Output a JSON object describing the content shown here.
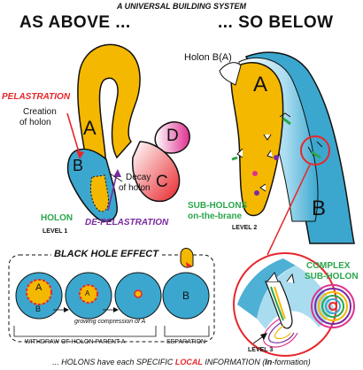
{
  "title": "A UNIVERSAL BUILDING SYSTEM",
  "left_heading": "AS ABOVE ...",
  "right_heading": "... SO BELOW",
  "holon_b_label": "Holon B(A)",
  "pelastration_label": "PELASTRATION",
  "creation_label": [
    "Creation",
    "of holon"
  ],
  "decay_label": [
    "Decay",
    "of holon"
  ],
  "de_pelastration_label": "DE-PELASTRATION",
  "holon_label": "HOLON",
  "level_1": "LEVEL 1",
  "subholons_label": [
    "SUB-HOLONS",
    "on-the-brane"
  ],
  "level_2": "LEVEL 2",
  "level_3": "LEVEL 3",
  "complex_subholon": [
    "COMPLEX",
    "SUB-HOLON"
  ],
  "black_hole_effect": "BLACK HOLE EFFECT",
  "growing_compression": "growing compression of A",
  "withdraw_label": "WITHDRAW OF HOLON PARENT  A",
  "separation_label": "SEPARATION",
  "letters": {
    "a": "A",
    "b": "B",
    "c": "C",
    "d": "D"
  },
  "footer": {
    "pre": "... HOLONS have each SPECIFIC ",
    "local": "LOCAL",
    "mid": " INFORMATION (",
    "in": "In",
    "post": "-formation)"
  },
  "colors": {
    "yellow": "#f5b800",
    "blue": "#3ba7cf",
    "red": "#e8262b",
    "purple": "#7b2aa0",
    "green": "#2aa64b"
  }
}
